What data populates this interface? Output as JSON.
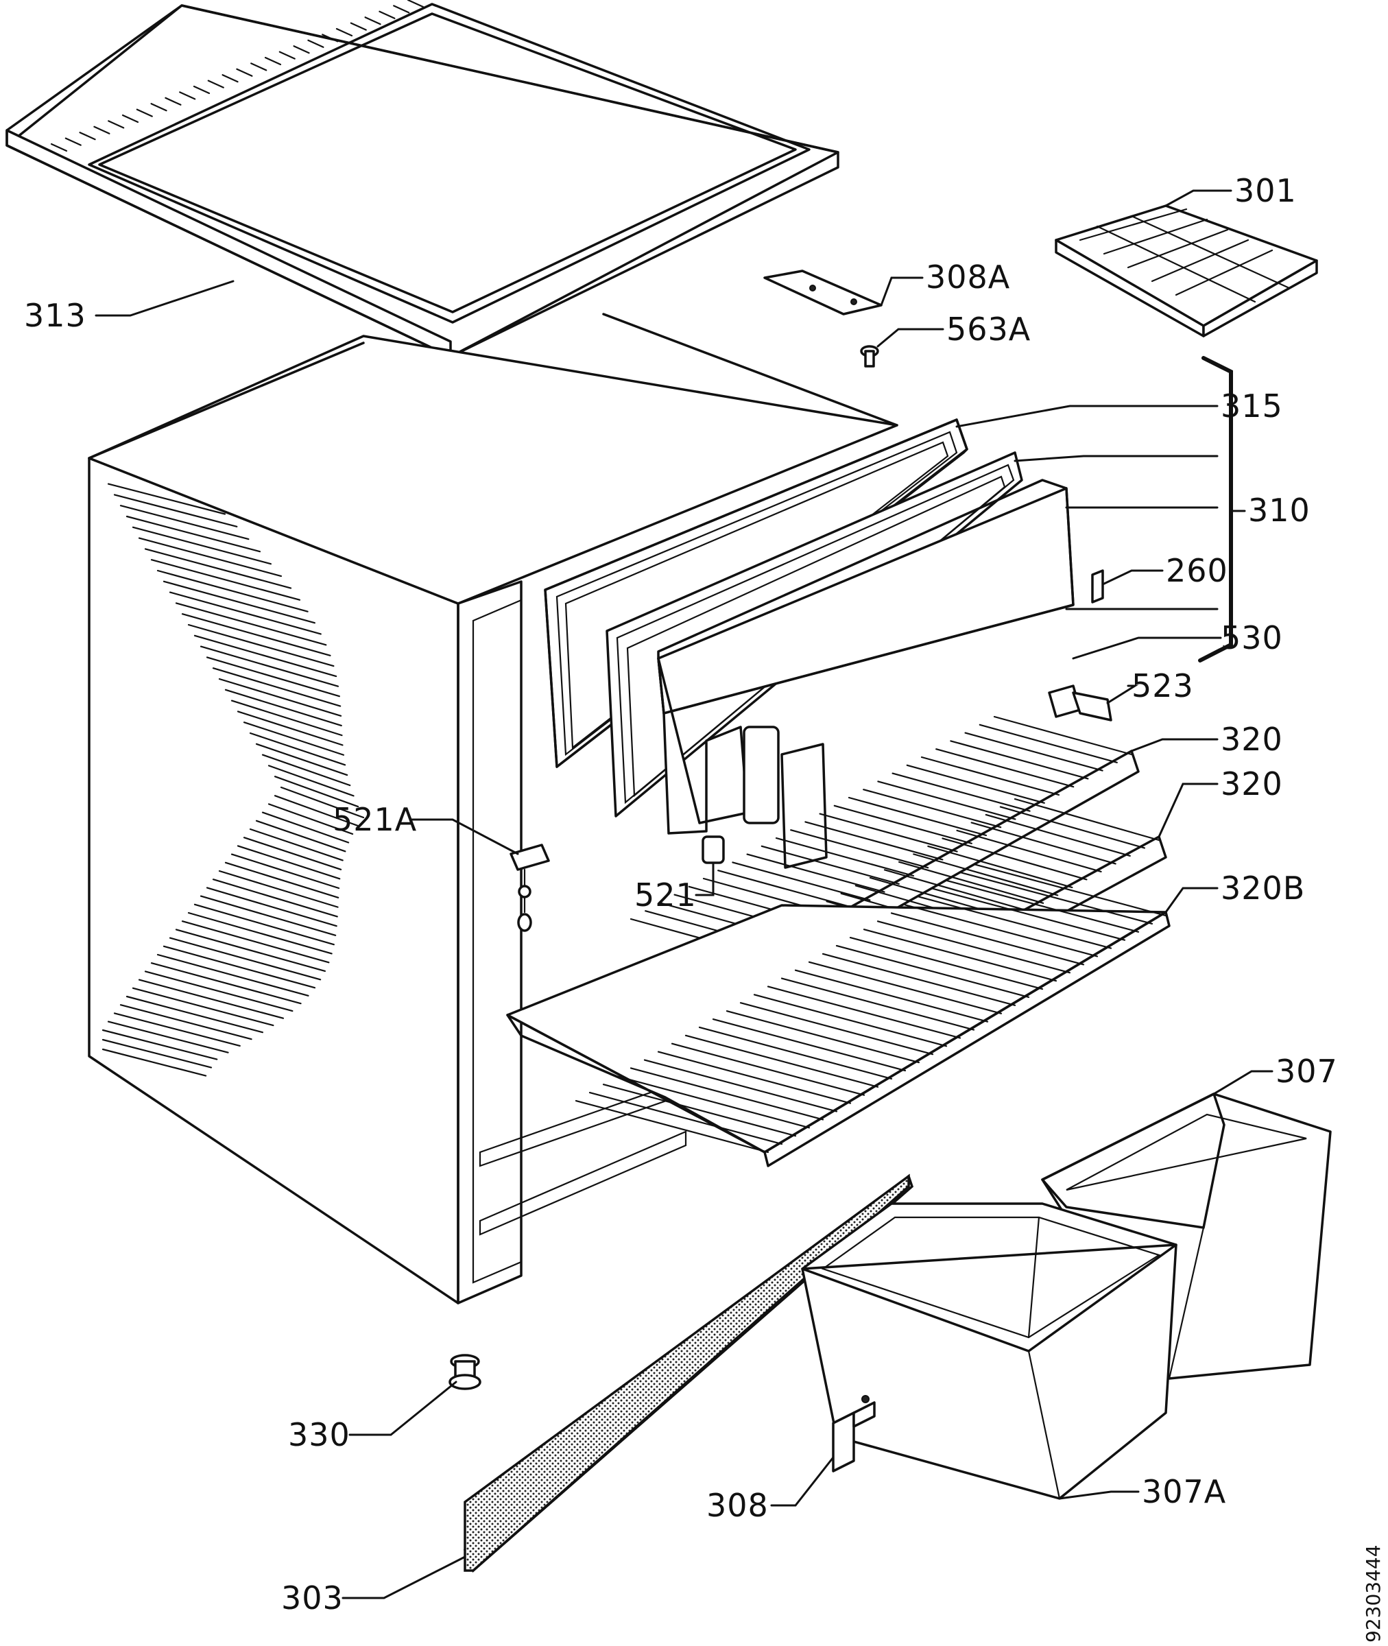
{
  "drawing_number": "92303444",
  "labels": {
    "l301": "301",
    "l308A": "308A",
    "l563A": "563A",
    "l313": "313",
    "l315": "315",
    "l310": "310",
    "l260": "260",
    "l530": "530",
    "l523": "523",
    "l320a": "320",
    "l320b": "320",
    "l320B": "320B",
    "l521A": "521A",
    "l521": "521",
    "l307": "307",
    "l330": "330",
    "l308": "308",
    "l307A": "307A",
    "l303": "303"
  }
}
